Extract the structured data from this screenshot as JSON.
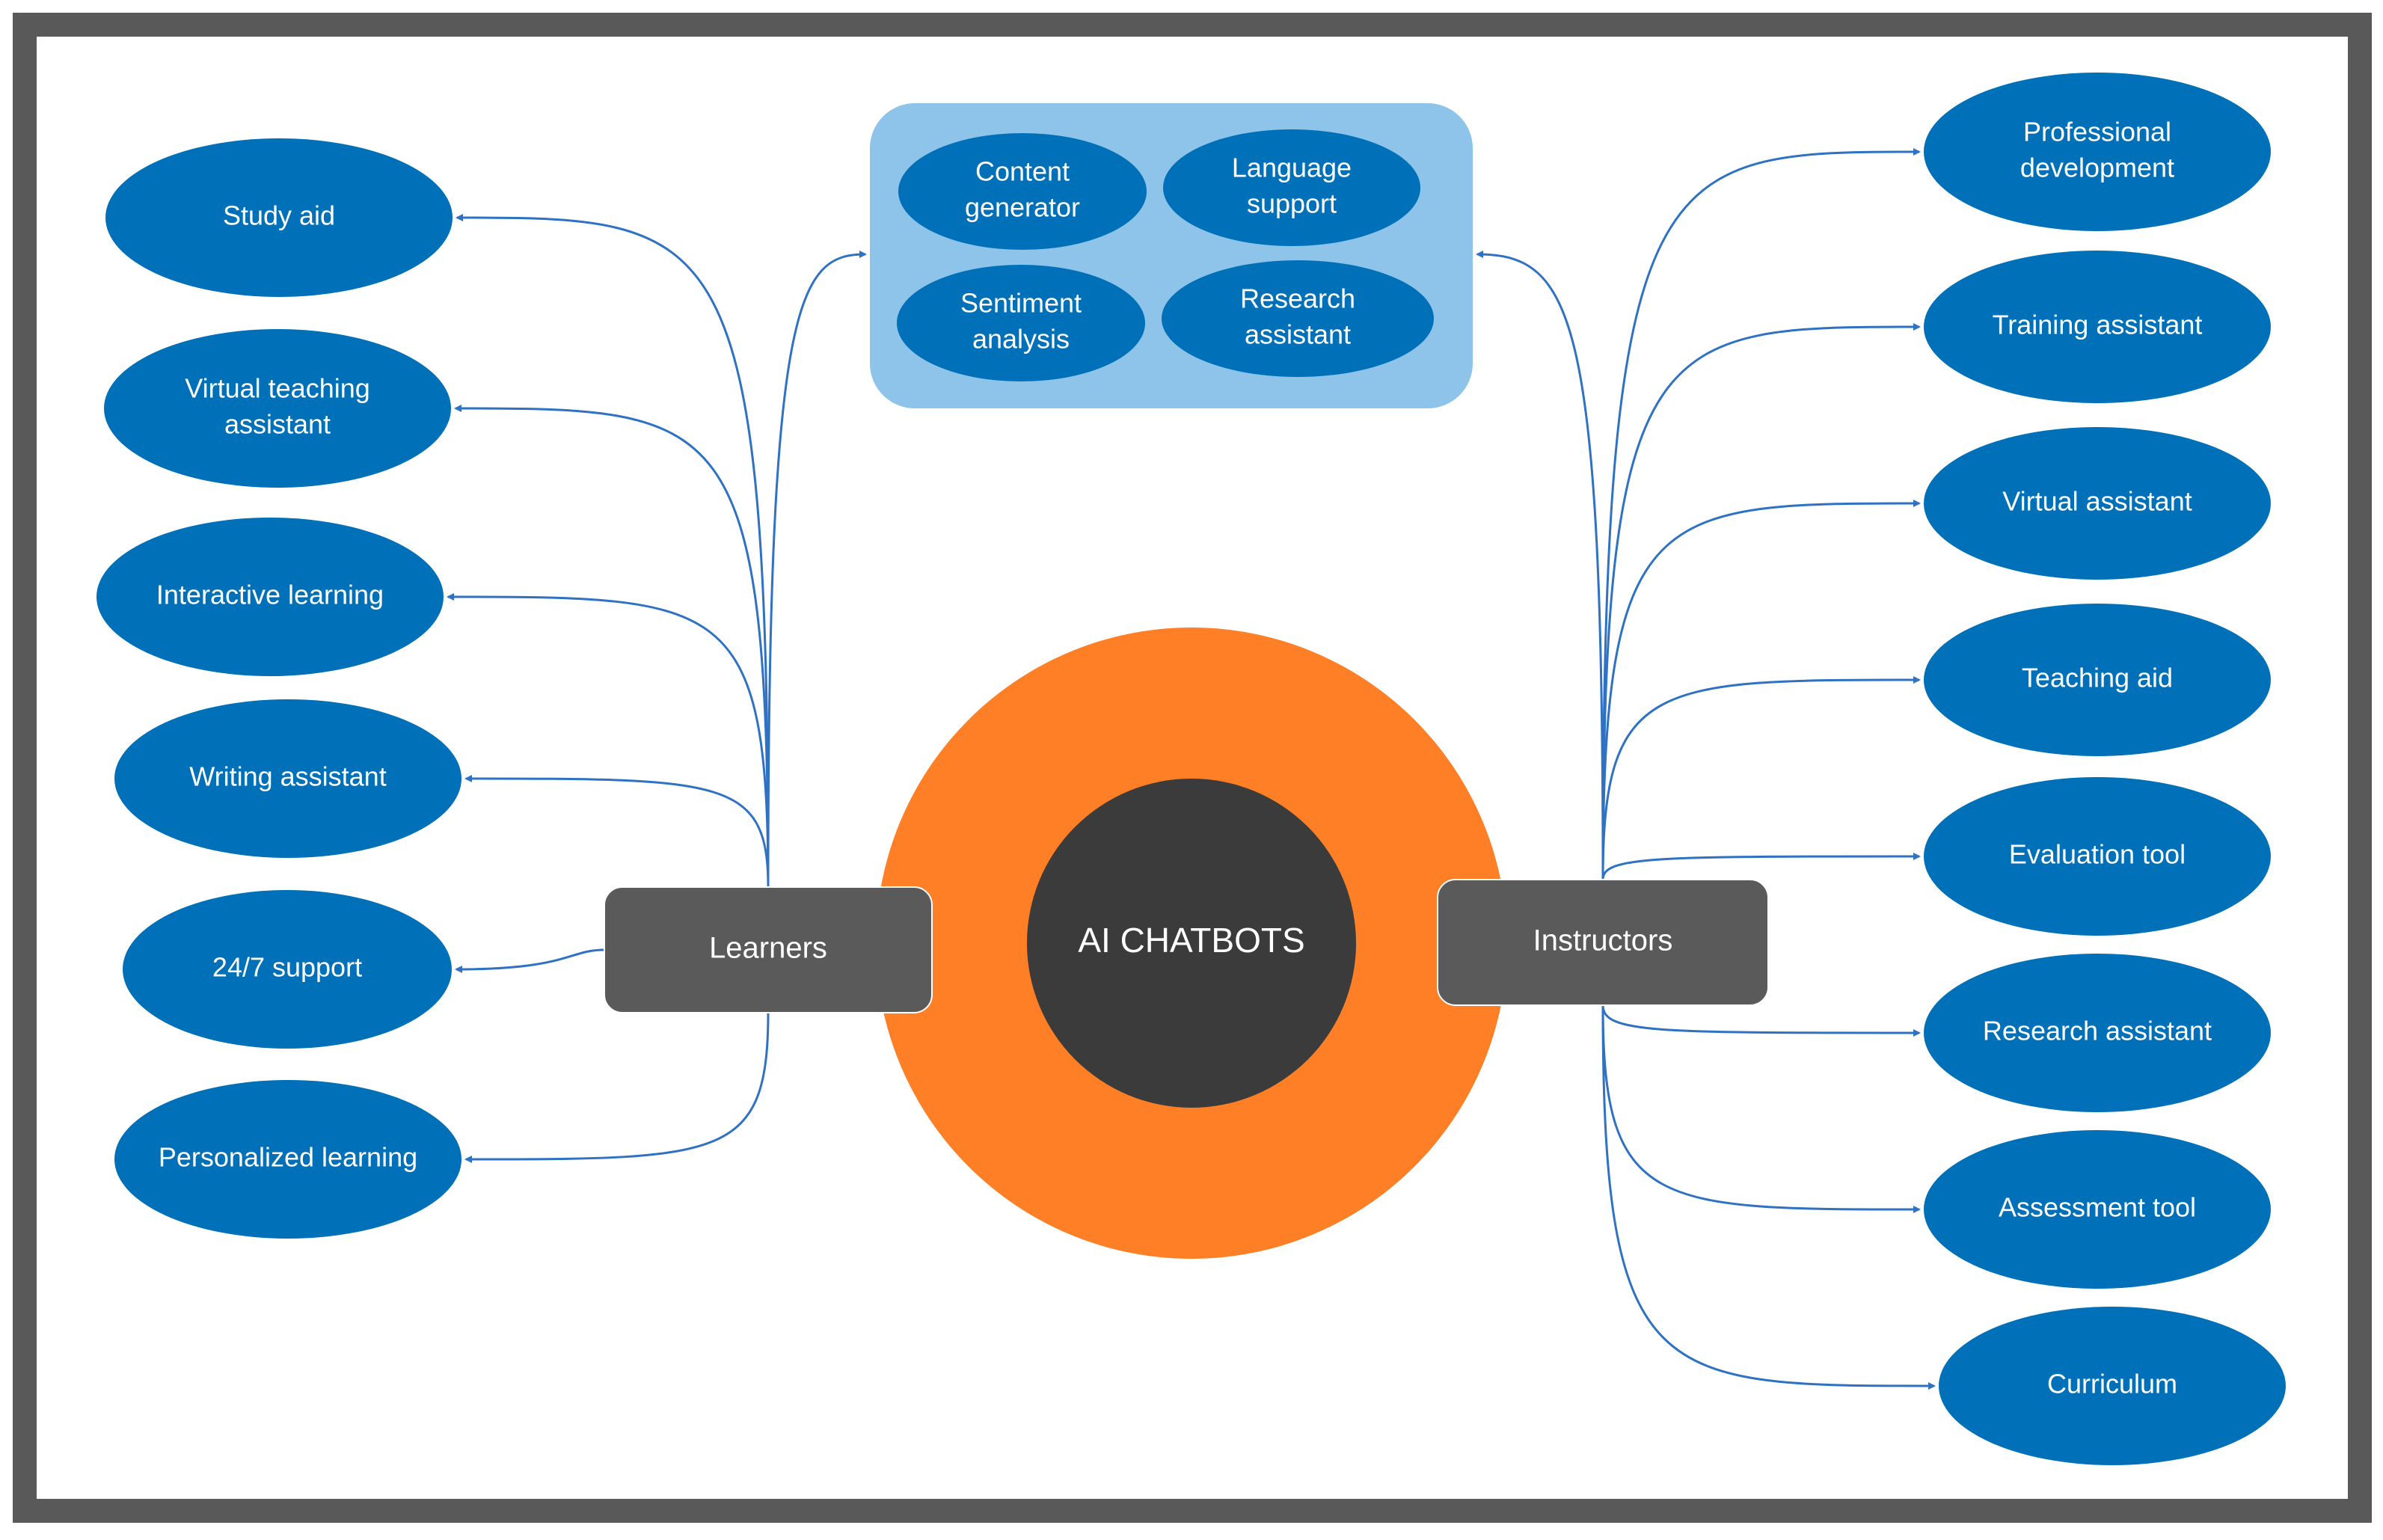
{
  "colors": {
    "frame": "#595959",
    "leaf_fill": "#0070b8",
    "connector": "#2f72c4",
    "hub_fill": "#5a5a5a",
    "outer_ring": "#ff7f27",
    "inner_circle": "#3b3b3b",
    "shared_box": "#8ec3ea"
  },
  "center": {
    "label": "AI CHATBOTS"
  },
  "hubs": {
    "learners": "Learners",
    "instructors": "Instructors"
  },
  "learner_nodes": [
    [
      "Study aid"
    ],
    [
      "Virtual teaching",
      "assistant"
    ],
    [
      "Interactive learning"
    ],
    [
      "Writing assistant"
    ],
    [
      "24/7 support"
    ],
    [
      "Personalized learning"
    ]
  ],
  "shared_nodes": [
    [
      "Content",
      "generator"
    ],
    [
      "Language",
      "support"
    ],
    [
      "Sentiment",
      "analysis"
    ],
    [
      "Research",
      "assistant"
    ]
  ],
  "instructor_nodes": [
    [
      "Professional",
      "development"
    ],
    [
      "Training assistant"
    ],
    [
      "Virtual assistant"
    ],
    [
      "Teaching aid"
    ],
    [
      "Evaluation tool"
    ],
    [
      "Research assistant"
    ],
    [
      "Assessment tool"
    ],
    [
      "Curriculum"
    ]
  ]
}
